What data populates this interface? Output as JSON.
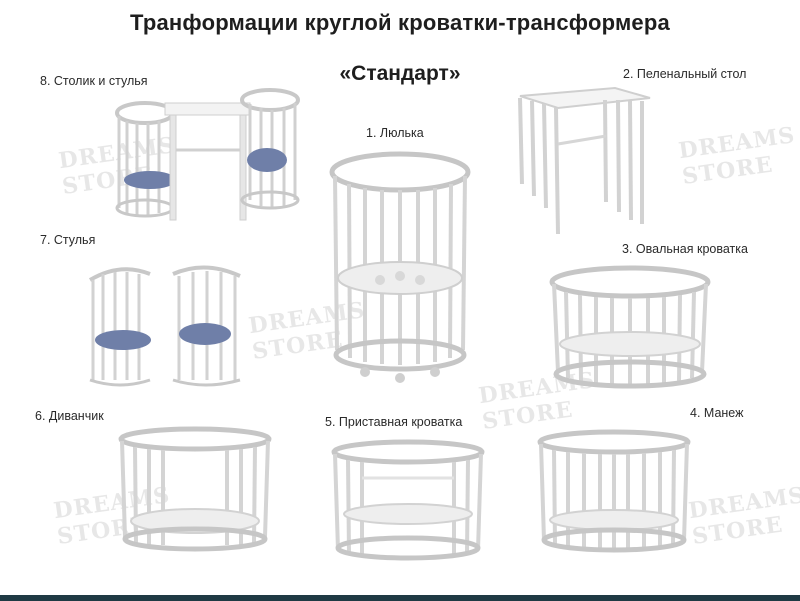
{
  "header": {
    "title": "Транформации круглой кроватки-трансформера",
    "subtitle": "«Стандарт»"
  },
  "items": [
    {
      "label": "1. Люлька"
    },
    {
      "label": "2. Пеленальный стол"
    },
    {
      "label": "3. Овальная кроватка"
    },
    {
      "label": "4. Манеж"
    },
    {
      "label": "5. Приставная кроватка"
    },
    {
      "label": "6. Диванчик"
    },
    {
      "label": "7. Стулья"
    },
    {
      "label": "8. Столик и стулья"
    }
  ],
  "watermark": {
    "text_top": "DREAMS",
    "text_bottom": "STORE"
  },
  "colors": {
    "wood": "#ffffff",
    "outline": "#c8c8c8",
    "shade": "#eeeeee",
    "cushion": "#6f7fa8",
    "bar": "#1f3a44"
  }
}
